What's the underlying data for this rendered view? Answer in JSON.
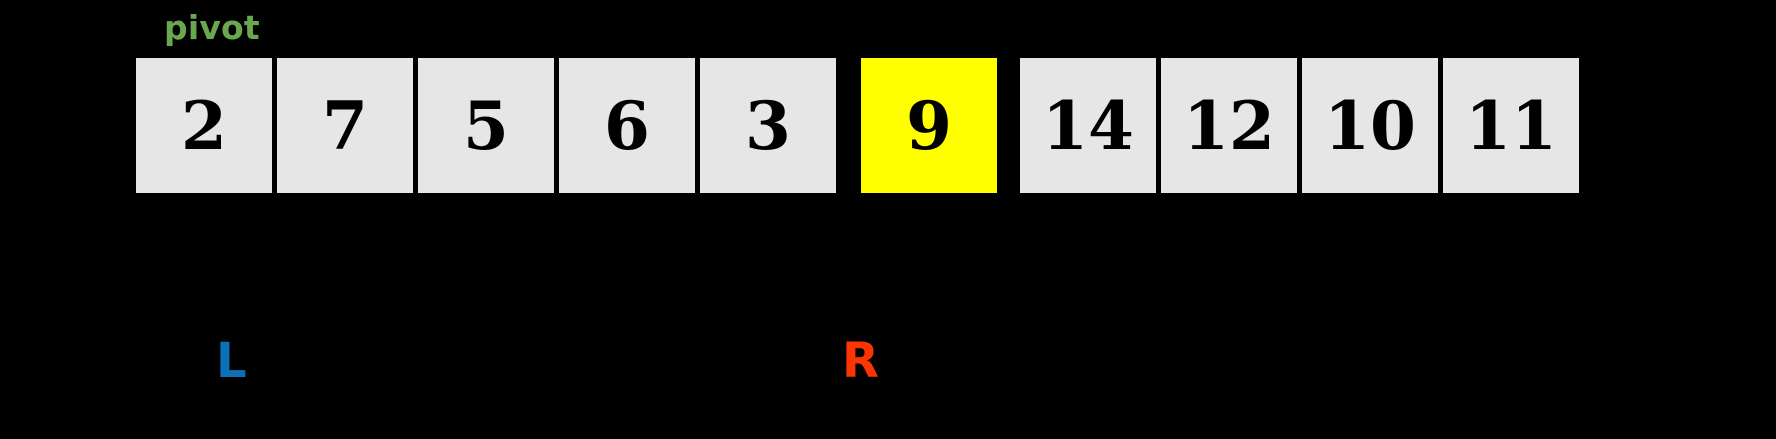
{
  "diagram": {
    "type": "quicksort-partition",
    "background_color": "#000000",
    "pivot_caption": {
      "text": "pivot",
      "color": "#6aa84f"
    },
    "cells": [
      {
        "value": "2",
        "highlighted": false,
        "fill": "#e6e6e6"
      },
      {
        "value": "7",
        "highlighted": false,
        "fill": "#e6e6e6"
      },
      {
        "value": "5",
        "highlighted": false,
        "fill": "#e6e6e6"
      },
      {
        "value": "6",
        "highlighted": false,
        "fill": "#e6e6e6"
      },
      {
        "value": "3",
        "highlighted": false,
        "fill": "#e6e6e6"
      },
      {
        "value": "9",
        "highlighted": true,
        "fill": "#ffff00"
      },
      {
        "value": "14",
        "highlighted": false,
        "fill": "#e6e6e6"
      },
      {
        "value": "12",
        "highlighted": false,
        "fill": "#e6e6e6"
      },
      {
        "value": "10",
        "highlighted": false,
        "fill": "#e6e6e6"
      },
      {
        "value": "11",
        "highlighted": false,
        "fill": "#e6e6e6"
      }
    ],
    "markers": [
      {
        "label": "L",
        "color": "#0b72b9",
        "points_to_index": 0
      },
      {
        "label": "R",
        "color": "#fc3503",
        "points_to_index": 4
      }
    ]
  }
}
